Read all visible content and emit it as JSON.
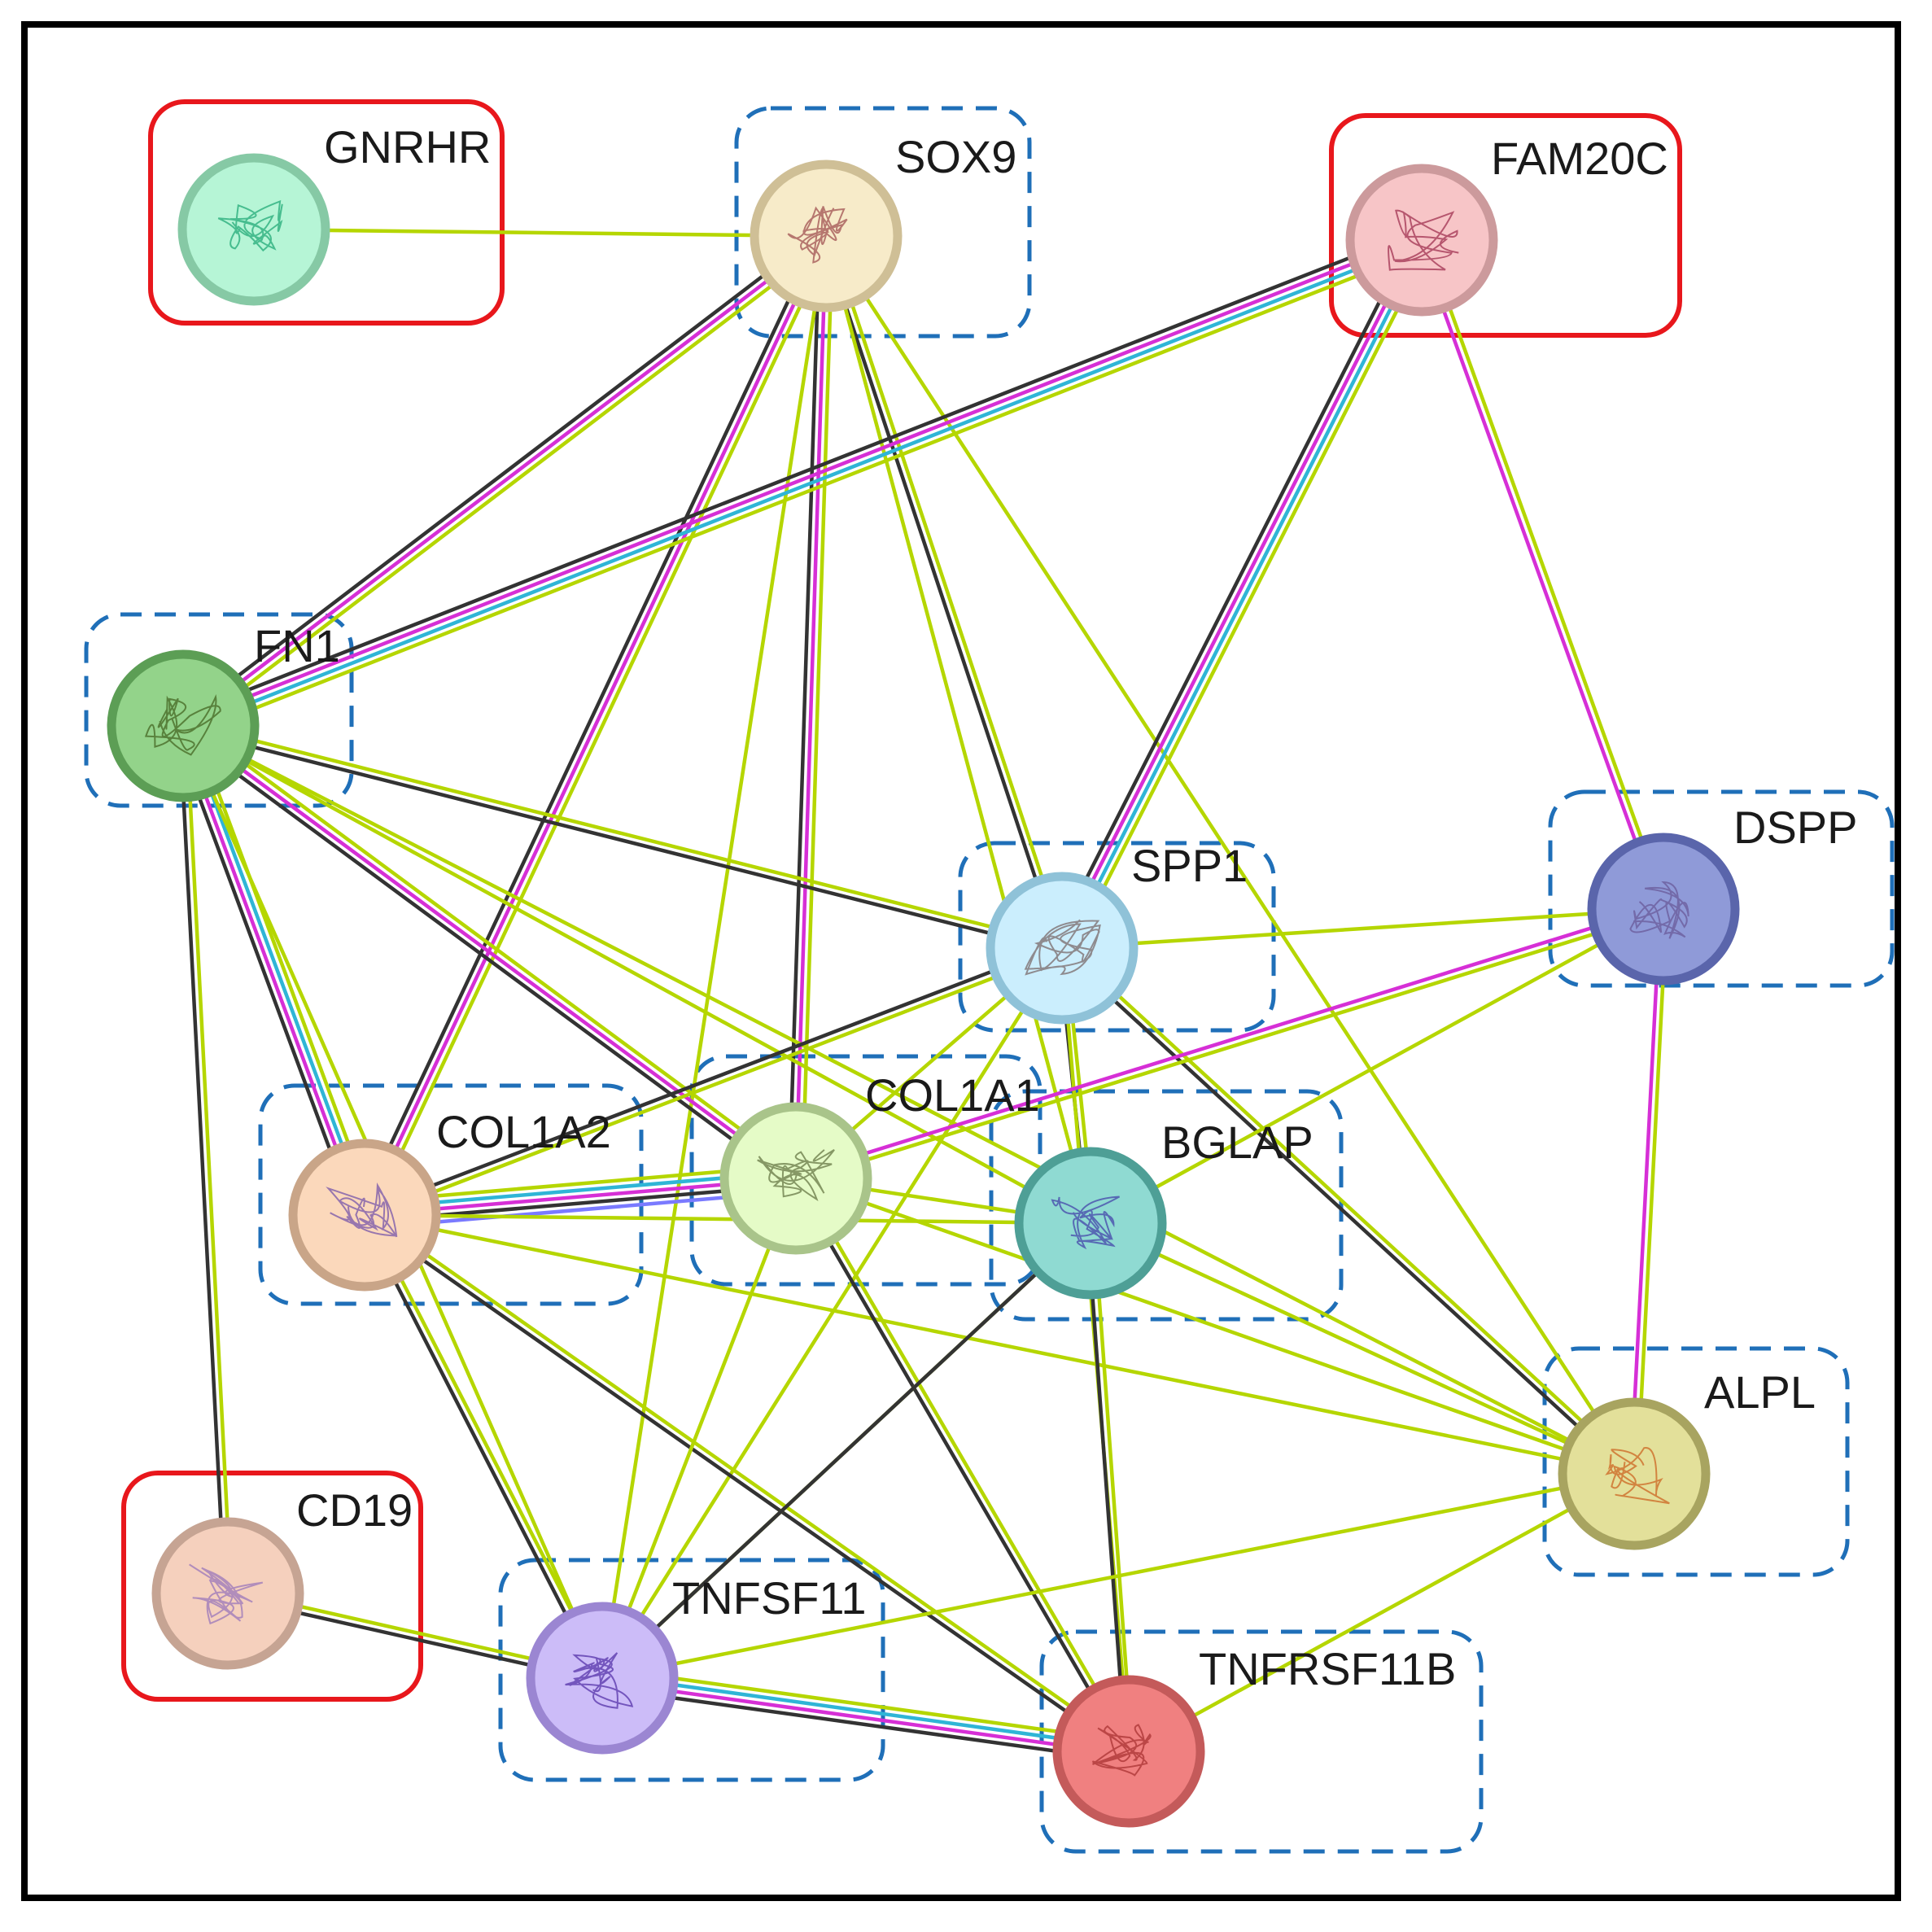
{
  "colors": {
    "group_solid": "#e8171c",
    "group_dashed": "#1f6fb8",
    "edge_colors": {
      "textmining": "#b5d600",
      "coexpression": "#333333",
      "experiments": "#d62fd6",
      "databases": "#2fb5d6",
      "homology": "#7a7aff"
    }
  },
  "nodes": [
    {
      "id": "GNRHR",
      "label": "GNRHR",
      "fill": "#b6f5d6",
      "stroke": "#86c9a5",
      "texture": "#22aa77",
      "group": "solid"
    },
    {
      "id": "SOX9",
      "label": "SOX9",
      "fill": "#f7ebc9",
      "stroke": "#cfbf96",
      "texture": "#a05050",
      "group": "dashed"
    },
    {
      "id": "FAM20C",
      "label": "FAM20C",
      "fill": "#f7c5c7",
      "stroke": "#cc9a9c",
      "texture": "#a03050",
      "group": "solid"
    },
    {
      "id": "FN1",
      "label": "FN1",
      "fill": "#93d38a",
      "stroke": "#5c9e55",
      "texture": "#446622",
      "group": "dashed"
    },
    {
      "id": "SPP1",
      "label": "SPP1",
      "fill": "#cbeefd",
      "stroke": "#8fc2d8",
      "texture": "#7a6a6a",
      "group": "dashed"
    },
    {
      "id": "DSPP",
      "label": "DSPP",
      "fill": "#8f9ad8",
      "stroke": "#5a65ab",
      "texture": "#6a5a9a",
      "group": "dashed"
    },
    {
      "id": "COL1A2",
      "label": "COL1A2",
      "fill": "#fbd8bb",
      "stroke": "#c9a588",
      "texture": "#7755aa",
      "group": "dashed"
    },
    {
      "id": "COL1A1",
      "label": "COL1A1",
      "fill": "#e5fbc7",
      "stroke": "#a9c48a",
      "texture": "#667744",
      "group": "dashed"
    },
    {
      "id": "BGLAP",
      "label": "BGLAP",
      "fill": "#8fdad2",
      "stroke": "#4e9f96",
      "texture": "#4444aa",
      "group": "dashed"
    },
    {
      "id": "ALPL",
      "label": "ALPL",
      "fill": "#e3e09a",
      "stroke": "#a8a460",
      "texture": "#cc6622",
      "group": "dashed"
    },
    {
      "id": "CD19",
      "label": "CD19",
      "fill": "#f5d0bd",
      "stroke": "#c6a493",
      "texture": "#9977bb",
      "group": "solid"
    },
    {
      "id": "TNFSF11",
      "label": "TNFSF11",
      "fill": "#ccbcf8",
      "stroke": "#9b86d2",
      "texture": "#5533aa",
      "group": "dashed"
    },
    {
      "id": "TNFRSF11B",
      "label": "TNFRSF11B",
      "fill": "#f08080",
      "stroke": "#c45a5a",
      "texture": "#aa3333",
      "group": "dashed"
    }
  ],
  "edges": [
    {
      "source": "GNRHR",
      "target": "SOX9",
      "types": [
        "textmining"
      ]
    },
    {
      "source": "SOX9",
      "target": "FN1",
      "types": [
        "textmining",
        "experiments",
        "coexpression"
      ]
    },
    {
      "source": "SOX9",
      "target": "COL1A2",
      "types": [
        "textmining",
        "experiments",
        "coexpression"
      ]
    },
    {
      "source": "SOX9",
      "target": "COL1A1",
      "types": [
        "textmining",
        "experiments",
        "coexpression"
      ]
    },
    {
      "source": "SOX9",
      "target": "SPP1",
      "types": [
        "textmining",
        "coexpression"
      ]
    },
    {
      "source": "SOX9",
      "target": "BGLAP",
      "types": [
        "textmining"
      ]
    },
    {
      "source": "SOX9",
      "target": "ALPL",
      "types": [
        "textmining"
      ]
    },
    {
      "source": "SOX9",
      "target": "TNFSF11",
      "types": [
        "textmining"
      ]
    },
    {
      "source": "FAM20C",
      "target": "FN1",
      "types": [
        "textmining",
        "databases",
        "experiments",
        "coexpression"
      ]
    },
    {
      "source": "FAM20C",
      "target": "SPP1",
      "types": [
        "textmining",
        "databases",
        "experiments",
        "coexpression"
      ]
    },
    {
      "source": "FAM20C",
      "target": "DSPP",
      "types": [
        "textmining",
        "experiments"
      ]
    },
    {
      "source": "FN1",
      "target": "COL1A2",
      "types": [
        "textmining",
        "databases",
        "experiments",
        "coexpression"
      ]
    },
    {
      "source": "FN1",
      "target": "COL1A1",
      "types": [
        "textmining",
        "experiments",
        "coexpression"
      ]
    },
    {
      "source": "FN1",
      "target": "SPP1",
      "types": [
        "textmining",
        "coexpression"
      ]
    },
    {
      "source": "FN1",
      "target": "BGLAP",
      "types": [
        "textmining"
      ]
    },
    {
      "source": "FN1",
      "target": "ALPL",
      "types": [
        "textmining"
      ]
    },
    {
      "source": "FN1",
      "target": "CD19",
      "types": [
        "textmining",
        "coexpression"
      ]
    },
    {
      "source": "FN1",
      "target": "TNFSF11",
      "types": [
        "textmining"
      ]
    },
    {
      "source": "SPP1",
      "target": "DSPP",
      "types": [
        "textmining"
      ]
    },
    {
      "source": "SPP1",
      "target": "COL1A2",
      "types": [
        "textmining",
        "coexpression"
      ]
    },
    {
      "source": "SPP1",
      "target": "COL1A1",
      "types": [
        "textmining"
      ]
    },
    {
      "source": "SPP1",
      "target": "BGLAP",
      "types": [
        "textmining",
        "coexpression"
      ]
    },
    {
      "source": "SPP1",
      "target": "ALPL",
      "types": [
        "textmining",
        "coexpression"
      ]
    },
    {
      "source": "SPP1",
      "target": "TNFSF11",
      "types": [
        "textmining"
      ]
    },
    {
      "source": "SPP1",
      "target": "TNFRSF11B",
      "types": [
        "textmining"
      ]
    },
    {
      "source": "DSPP",
      "target": "ALPL",
      "types": [
        "textmining",
        "experiments"
      ]
    },
    {
      "source": "DSPP",
      "target": "COL1A1",
      "types": [
        "textmining",
        "experiments"
      ]
    },
    {
      "source": "DSPP",
      "target": "BGLAP",
      "types": [
        "textmining"
      ]
    },
    {
      "source": "COL1A2",
      "target": "COL1A1",
      "types": [
        "textmining",
        "databases",
        "experiments",
        "coexpression",
        "homology"
      ]
    },
    {
      "source": "COL1A2",
      "target": "BGLAP",
      "types": [
        "textmining"
      ]
    },
    {
      "source": "COL1A2",
      "target": "ALPL",
      "types": [
        "textmining"
      ]
    },
    {
      "source": "COL1A2",
      "target": "TNFSF11",
      "types": [
        "textmining",
        "coexpression"
      ]
    },
    {
      "source": "COL1A2",
      "target": "TNFRSF11B",
      "types": [
        "textmining",
        "coexpression"
      ]
    },
    {
      "source": "COL1A1",
      "target": "BGLAP",
      "types": [
        "textmining"
      ]
    },
    {
      "source": "COL1A1",
      "target": "ALPL",
      "types": [
        "textmining"
      ]
    },
    {
      "source": "COL1A1",
      "target": "TNFSF11",
      "types": [
        "textmining"
      ]
    },
    {
      "source": "COL1A1",
      "target": "TNFRSF11B",
      "types": [
        "textmining",
        "coexpression"
      ]
    },
    {
      "source": "BGLAP",
      "target": "ALPL",
      "types": [
        "textmining"
      ]
    },
    {
      "source": "BGLAP",
      "target": "TNFRSF11B",
      "types": [
        "textmining",
        "coexpression"
      ]
    },
    {
      "source": "BGLAP",
      "target": "TNFSF11",
      "types": [
        "textmining"
      ]
    },
    {
      "source": "ALPL",
      "target": "TNFSF11",
      "types": [
        "textmining"
      ]
    },
    {
      "source": "ALPL",
      "target": "TNFRSF11B",
      "types": [
        "textmining"
      ]
    },
    {
      "source": "CD19",
      "target": "TNFSF11",
      "types": [
        "textmining",
        "coexpression"
      ]
    },
    {
      "source": "TNFSF11",
      "target": "TNFRSF11B",
      "types": [
        "textmining",
        "databases",
        "experiments",
        "coexpression"
      ]
    },
    {
      "source": "TNFSF11",
      "target": "BGLAP",
      "types": [
        "coexpression"
      ]
    }
  ]
}
